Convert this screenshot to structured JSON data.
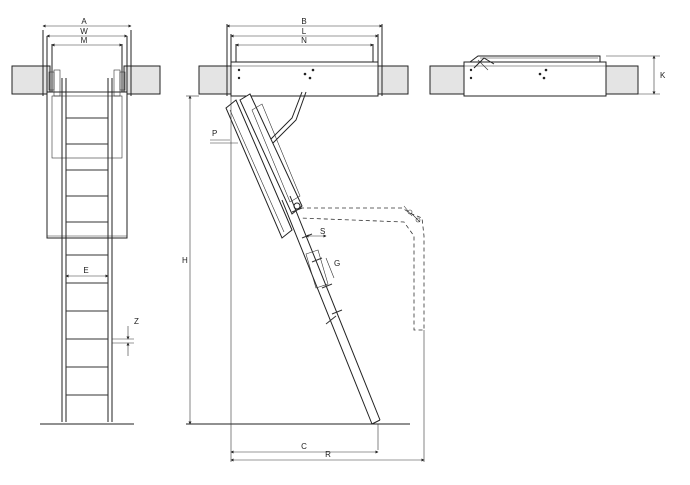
{
  "labels": {
    "A": "A",
    "W": "W",
    "M": "M",
    "E": "E",
    "Z": "Z",
    "B": "B",
    "L": "L",
    "N": "N",
    "P": "P",
    "H": "H",
    "S": "S",
    "G": "G",
    "C": "C",
    "R": "R",
    "K": "K"
  },
  "colors": {
    "line": "#222222",
    "wall_fill": "#e4e4e4",
    "background": "#ffffff"
  }
}
